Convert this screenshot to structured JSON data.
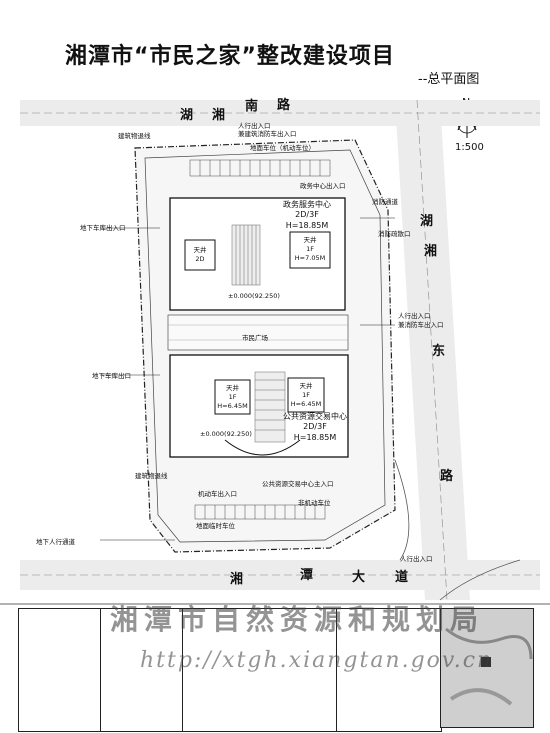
{
  "title": "湘潭市“市民之家”整改建设项目",
  "subtitle": "--总平面图",
  "north": {
    "label": "N",
    "scale": "1:500"
  },
  "roads": {
    "top_left": "湖",
    "top_mid": "湘",
    "top_right": "南",
    "top_end": "路",
    "right_1": "湖",
    "right_2": "湘",
    "right_3": "东",
    "right_4": "路",
    "bottom_1": "湘",
    "bottom_2": "潭",
    "bottom_3": "大",
    "bottom_4": "道"
  },
  "labels": {
    "pedestrian_entry_top": "人行出入口",
    "fire_entry_top": "兼建筑消防车出入口",
    "building_line_top": "建筑物退线",
    "parking_top": "地面车位（机动车位）",
    "underground_exit_left": "地下车库出入口",
    "gov_entry": "政务中心出入口",
    "fire_road": "消防通道",
    "fire_escape": "消防疏散口",
    "pedestrian_right": "人行出入口",
    "fire_right": "兼消防车出入口",
    "underground_exit_left2": "地下车库出口",
    "building_line_bottom": "建筑物退线",
    "motor_entry": "机动车出入口",
    "public_entry": "公共资源交易中心主入口",
    "bike_park": "非机动车位",
    "parking_bottom": "地面临时车位",
    "underground_walk": "地下人行通道",
    "pedestrian_bottom": "人行出入口",
    "citizen_square": "市民广场",
    "elev_top": "±0.000(92.250)",
    "elev_bottom": "±0.000(92.250)"
  },
  "buildings": {
    "gov": {
      "name": "政务服务中心",
      "floors": "2D/3F",
      "height": "H=18.85M"
    },
    "public": {
      "name": "公共资源交易中心",
      "floors": "2D/3F",
      "height": "H=18.85M"
    },
    "well_1": {
      "name": "天井",
      "floors": "1F",
      "height": "H=7.05M"
    },
    "well_2": {
      "name": "天井",
      "floors": "2D",
      "height": ""
    },
    "well_3": {
      "name": "天井",
      "floors": "1F",
      "height": "H=6.45M"
    },
    "well_4": {
      "name": "天井",
      "floors": "1F",
      "height": "H=6.45M"
    }
  },
  "watermark": {
    "line1": "湘潭市自然资源和规划局",
    "line2": "http://xtgh.xiangtan.gov.cn"
  },
  "colors": {
    "line": "#222222",
    "road": "#e6e6e6",
    "site": "#f4f4f4"
  }
}
